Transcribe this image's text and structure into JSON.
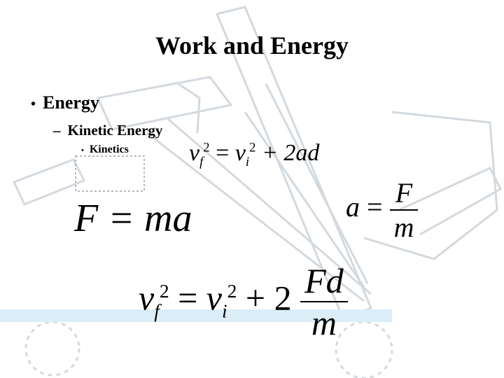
{
  "slide": {
    "title": "Work and Energy",
    "bullet_1": "Energy",
    "bullet_2": "Kinetic Energy",
    "bullet_3": "Kinetics",
    "bullet_marker": "•",
    "dash_marker": "–"
  },
  "equations": {
    "eq1": {
      "v": "v",
      "f": "f",
      "exp": "2",
      "eq_sign": "=",
      "vi": "v",
      "i": "i",
      "exp2": "2",
      "rest": "+ 2ad"
    },
    "eq2": {
      "text": "F = ma"
    },
    "eq3": {
      "lhs": "a",
      "eq_sign": "=",
      "num": "F",
      "den": "m"
    },
    "eq4": {
      "v": "v",
      "f": "f",
      "exp": "2",
      "eq_sign": "=",
      "vi": "v",
      "i": "i",
      "exp2": "2",
      "plus": "+ 2",
      "num": "Fd",
      "den": "m"
    }
  },
  "colors": {
    "background": "#ffffff",
    "text": "#000000",
    "faded_art": "#e3e8ec",
    "faded_outline": "#c9cfd4",
    "floor_line": "#cfe6f3"
  }
}
